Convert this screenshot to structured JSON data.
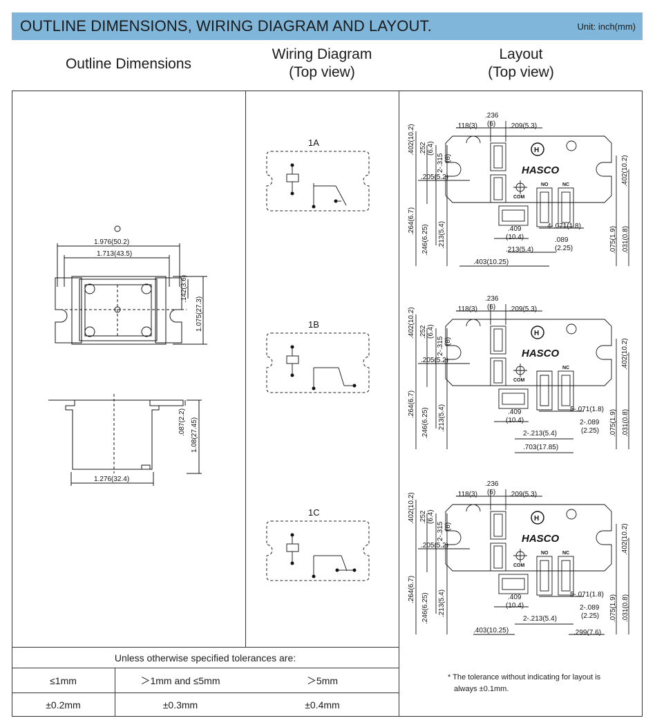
{
  "header": {
    "title": "OUTLINE DIMENSIONS, WIRING DIAGRAM AND LAYOUT.",
    "unit": "Unit: inch(mm)"
  },
  "columns": {
    "outline": "Outline Dimensions",
    "wiring_line1": "Wiring Diagram",
    "wiring_line2": "(Top view)",
    "layout_line1": "Layout",
    "layout_line2": "(Top view)"
  },
  "outline": {
    "top_view": {
      "overall_width": "1.976(50.2)",
      "inner_width": "1.713(43.5)",
      "slot_depth": ".142(3.6)",
      "height": "1.075(27.3)"
    },
    "side_view": {
      "flange": ".087(2.2)",
      "height": "1.08(27.45)",
      "body_width": "1.276(32.4)"
    }
  },
  "wiring": {
    "diagrams": [
      {
        "label": "1A"
      },
      {
        "label": "1B"
      },
      {
        "label": "1C"
      }
    ]
  },
  "layout": {
    "brand": "HASCO",
    "pin_labels": {
      "com": "COM",
      "no": "NO",
      "nc": "NC"
    },
    "common_dims": {
      "d236": ".236",
      "d6": "(6)",
      "d118": ".118(3)",
      "d209": ".209(5.3)",
      "d402_left": ".402(10.2)",
      "d252": ".252",
      "d64": "(6.4)",
      "d315": "2-.315",
      "d8": "(8)",
      "d205": ".205(5.2)",
      "d402_right": ".402(10.2)",
      "d264": ".264(6.7)",
      "d246": ".246(6.25)",
      "d213v": ".213(5.4)",
      "d409": ".409",
      "d104": "(10.4)",
      "d075": ".075(1.9)",
      "d031": ".031(0.8)"
    },
    "variants": [
      {
        "d071": "4-.071(1.8)",
        "d089": ".089",
        "d225": "(2.25)",
        "d213": ".213(5.4)",
        "d403": ".403(10.25)",
        "d_extra": ""
      },
      {
        "d071": "5-.071(1.8)",
        "d089": "2-.089",
        "d225": "(2.25)",
        "d213": "2-.213(5.4)",
        "d403": "",
        "d_extra": ".703(17.85)"
      },
      {
        "d071": "5-.071(1.8)",
        "d089": "2-.089",
        "d225": "(2.25)",
        "d213": "2-.213(5.4)",
        "d403": ".403(10.25)",
        "d_extra": ".299(7.6)"
      }
    ]
  },
  "tolerances": {
    "heading": "Unless otherwise specified tolerances are:",
    "ranges": [
      "≤1mm",
      "＞1mm and ≤5mm",
      "＞5mm"
    ],
    "values": [
      "±0.2mm",
      "±0.3mm",
      "±0.4mm"
    ]
  },
  "note": {
    "line1": "* The tolerance without indicating for layout is",
    "line2": "always ±0.1mm."
  }
}
